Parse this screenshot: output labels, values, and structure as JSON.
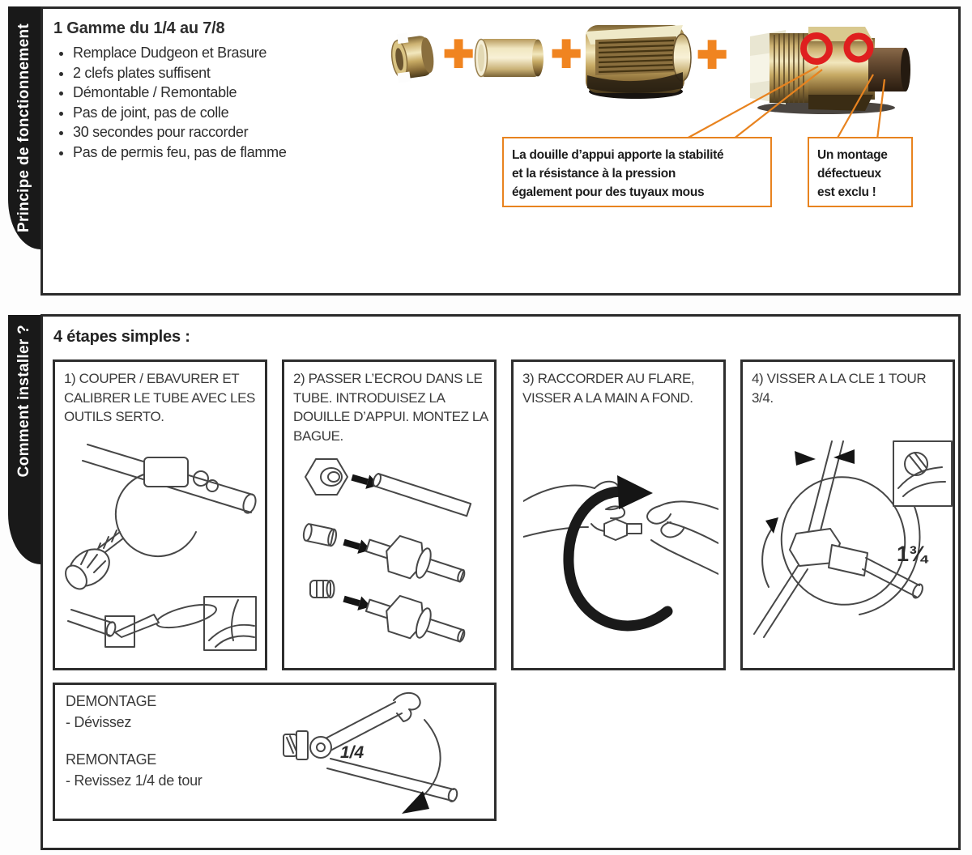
{
  "principles": {
    "tab": "Principe de fonctionnement",
    "heading": "1 Gamme du 1/4 au 7/8",
    "bullets": [
      "Remplace Dudgeon et Brasure",
      "2 clefs plates suffisent",
      "Démontable / Remontable",
      "Pas de joint, pas de colle",
      "30 secondes pour raccorder",
      "Pas de permis feu, pas de flamme"
    ],
    "plus_sign": "+",
    "callout_main_lines": [
      "La douille d’appui apporte la stabilité",
      "et la résistance à la pression",
      "également pour des tuyaux mous"
    ],
    "callout_warning_lines": [
      "Un montage",
      "défectueux",
      "est exclu !"
    ]
  },
  "install": {
    "tab": "Comment installer ?",
    "heading": "4 étapes simples :",
    "steps": [
      {
        "label": "1) COUPER / EBAVURER ET CALIBRER LE TUBE AVEC LES OUTILS SERTO."
      },
      {
        "label": "2) PASSER L’ECROU DANS LE TUBE. INTRODUISEZ LA DOUILLE D’APPUI. MONTEZ LA BAGUE."
      },
      {
        "label": "3) RACCORDER AU FLARE, VISSER A LA MAIN A FOND."
      },
      {
        "label": "4) VISSER A LA CLE 1 TOUR 3/4.",
        "turns_label": "1¾"
      }
    ],
    "disassembly": {
      "title1": "DEMONTAGE",
      "line1": "- Dévissez",
      "title2": "REMONTAGE",
      "line2": "- Revissez 1/4 de tour",
      "turns_label": "1/4"
    }
  },
  "colors": {
    "accent_orange": "#F08420",
    "callout_border_orange": "#E8831F",
    "highlight_red": "#DF1F1F",
    "tab_black": "#191919",
    "brass": "#C9AD6E"
  }
}
